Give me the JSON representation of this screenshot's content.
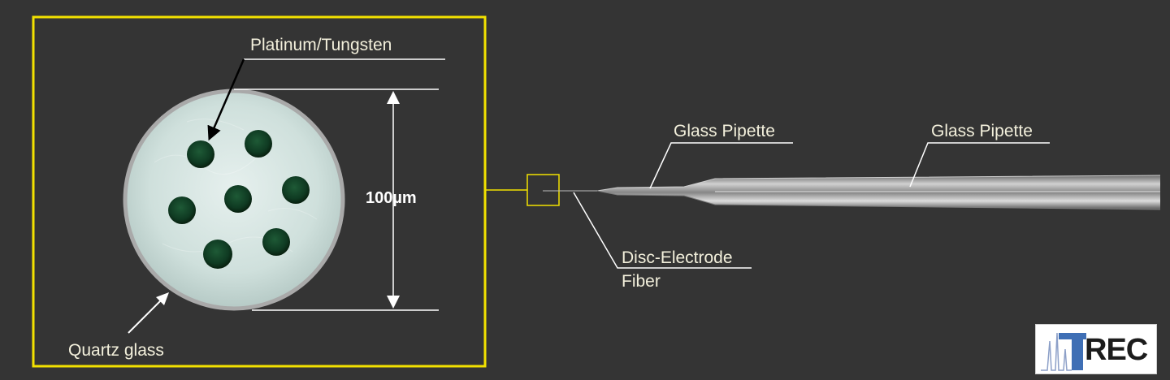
{
  "labels": {
    "platinum_tungsten": "Platinum/Tungsten",
    "scale": "100µm",
    "quartz_glass": "Quartz glass",
    "glass_pipette_1": "Glass Pipette",
    "glass_pipette_2": "Glass Pipette",
    "disc_electrode": "Disc-Electrode",
    "fiber": "Fiber"
  },
  "logo": {
    "text": "REC",
    "letter": "T"
  },
  "colors": {
    "background": "#343434",
    "frame": "#f2e100",
    "label_text": "#f3f0dc",
    "lines": "#ffffff",
    "electrode_dots": "#0f3a22",
    "glass": "#cfe0dc"
  },
  "icons": [
    "arrow-icon",
    "dimension-arrow-icon",
    "trec-logo-icon"
  ]
}
